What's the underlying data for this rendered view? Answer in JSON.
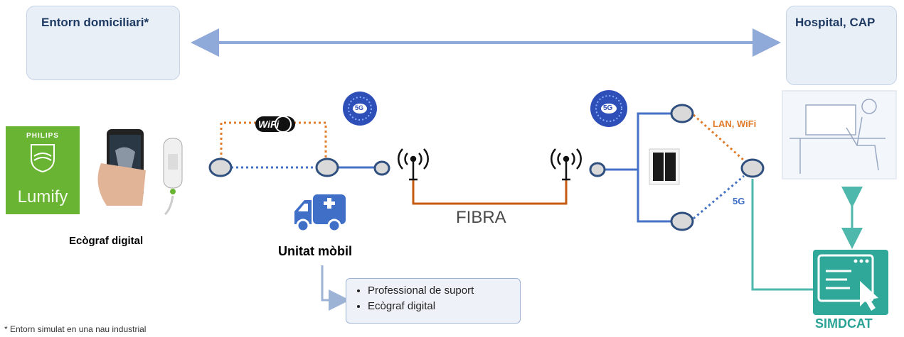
{
  "home_box": {
    "title": "Entorn domiciliari*"
  },
  "hospital_box": {
    "title": "Hospital, CAP"
  },
  "ecograf": {
    "label": "Ecògraf digital",
    "brand_top": "PHILIPS",
    "brand_name": "Lumify"
  },
  "wifi": {
    "label": "WiFi"
  },
  "network_5g": {
    "label": "5G"
  },
  "fibra": {
    "label": "FIBRA"
  },
  "unit": {
    "label": "Unitat mòbil"
  },
  "support_list": {
    "items": [
      "Professional de suport",
      "Ecògraf digital"
    ]
  },
  "links": {
    "lan_wifi": "LAN, WiFi",
    "g5": "5G"
  },
  "simdcat": {
    "label": "SIMDCAT"
  },
  "footnote": "* Entorn simulat en una nau industrial",
  "colors": {
    "blue": "#4472c4",
    "orange": "#e07b2a",
    "teal": "#4fb8ac",
    "brown": "#c55a11",
    "light_blue_arrow": "#8fa9d9"
  }
}
